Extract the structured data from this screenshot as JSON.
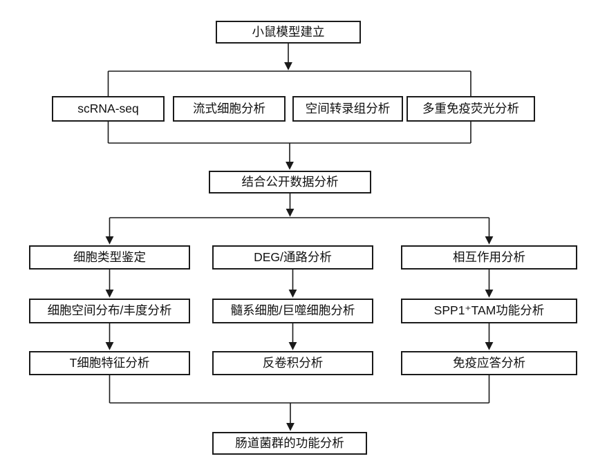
{
  "flowchart": {
    "root": {
      "label": "小鼠模型建立"
    },
    "methods": [
      {
        "label": "scRNA-seq"
      },
      {
        "label": "流式细胞分析"
      },
      {
        "label": "空间转录组分析"
      },
      {
        "label": "多重免疫荧光分析"
      }
    ],
    "integration": {
      "label": "结合公开数据分析"
    },
    "branches": [
      {
        "name": "cell-characterization",
        "steps": [
          {
            "label": "细胞类型鉴定"
          },
          {
            "label": "细胞空间分布/丰度分析"
          },
          {
            "label": "T细胞特征分析"
          }
        ]
      },
      {
        "name": "deg-pathway",
        "steps": [
          {
            "label": "DEG/通路分析"
          },
          {
            "label": "髓系细胞/巨噬细胞分析"
          },
          {
            "label": "反卷积分析"
          }
        ]
      },
      {
        "name": "interaction",
        "steps": [
          {
            "label": "相互作用分析"
          },
          {
            "label": "SPP1⁺TAM功能分析"
          },
          {
            "label": "免疫应答分析"
          }
        ]
      }
    ],
    "final": {
      "label": "肠道菌群的功能分析"
    },
    "colors": {
      "line": "#1a1a1a",
      "box_border": "#1a1a1a",
      "box_background": "#ffffff",
      "page_background": "#ffffff"
    }
  }
}
